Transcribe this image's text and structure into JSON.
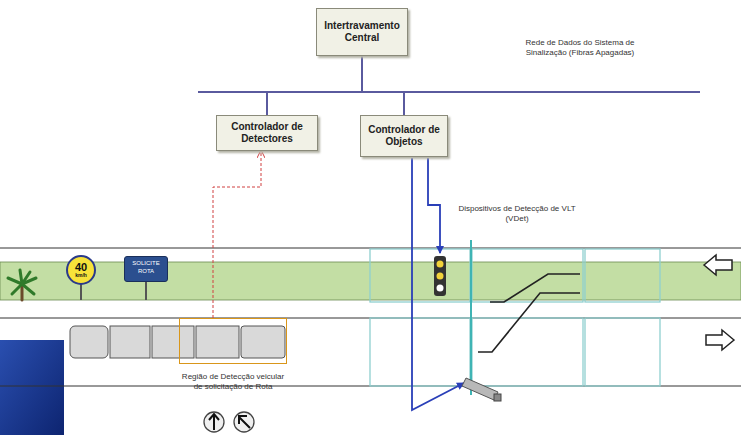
{
  "diagram": {
    "nodes": [
      {
        "text": [
          "Intertravamento Central"
        ]
      },
      {
        "text": [
          "Controlador de Detectores"
        ]
      },
      {
        "text": [
          "Controlador de Objetos"
        ]
      },
      {
        "text": [
          "40",
          "km/h"
        ]
      },
      {
        "text": [
          "SOLICITE ROTA"
        ]
      },
      {
        "text": [
          "Região de Detecção veicular de solicitação de Rota"
        ]
      }
    ],
    "edges": [
      {
        "from": 0,
        "to": 1,
        "arrow": "none"
      },
      {
        "from": 0,
        "to": 2,
        "arrow": "none"
      },
      {
        "from": 5,
        "to": 1,
        "arrow": "to"
      }
    ],
    "labels": [
      "Rede de Dados do Sistema de Sinalização (Fibras Apagadas)",
      "Dispositivos de Detecção de VLT (VDet)"
    ]
  }
}
